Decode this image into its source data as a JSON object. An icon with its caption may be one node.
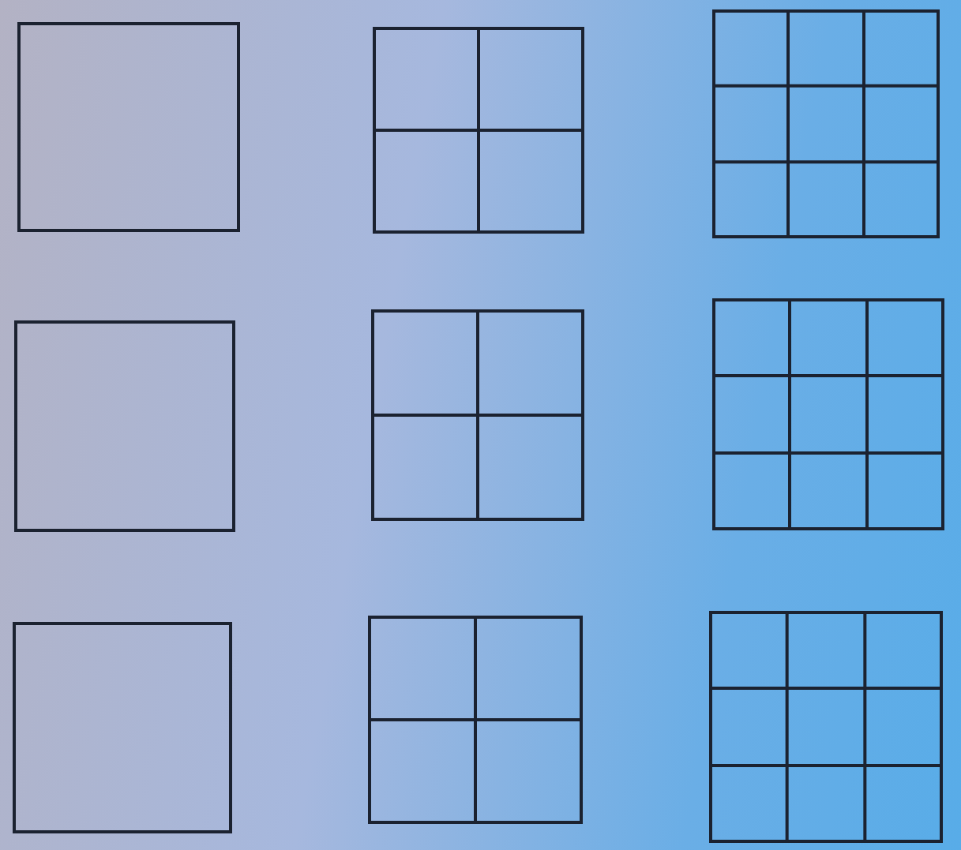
{
  "diagram": {
    "nodes": [
      {
        "text": [],
        "shape": "grid"
      },
      {
        "text": [],
        "shape": "grid"
      },
      {
        "text": [],
        "shape": "grid"
      },
      {
        "text": [],
        "shape": "grid"
      },
      {
        "text": [],
        "shape": "grid"
      },
      {
        "text": [],
        "shape": "grid"
      },
      {
        "text": [],
        "shape": "grid"
      },
      {
        "text": [],
        "shape": "grid"
      },
      {
        "text": [],
        "shape": "grid"
      }
    ]
  }
}
